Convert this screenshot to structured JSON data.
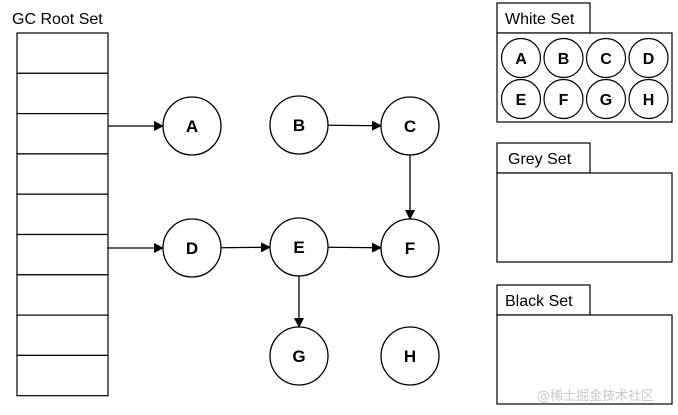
{
  "title": "GC Root Set",
  "root_slot_count": 9,
  "nodes": [
    "A",
    "B",
    "C",
    "D",
    "E",
    "F",
    "G",
    "H"
  ],
  "edges": [
    {
      "from": "root",
      "to": "A"
    },
    {
      "from": "root",
      "to": "D"
    },
    {
      "from": "B",
      "to": "C"
    },
    {
      "from": "C",
      "to": "F"
    },
    {
      "from": "D",
      "to": "E"
    },
    {
      "from": "E",
      "to": "F"
    },
    {
      "from": "E",
      "to": "G"
    }
  ],
  "sets": {
    "white": {
      "label": "White Set",
      "members": [
        "A",
        "B",
        "C",
        "D",
        "E",
        "F",
        "G",
        "H"
      ]
    },
    "grey": {
      "label": "Grey Set",
      "members": []
    },
    "black": {
      "label": "Black Set",
      "members": []
    }
  },
  "watermark": "@稀土掘金技术社区",
  "colors": {
    "stroke": "#000000",
    "fill": "#ffffff",
    "text": "#000000",
    "watermark": "#c8c8c8"
  }
}
